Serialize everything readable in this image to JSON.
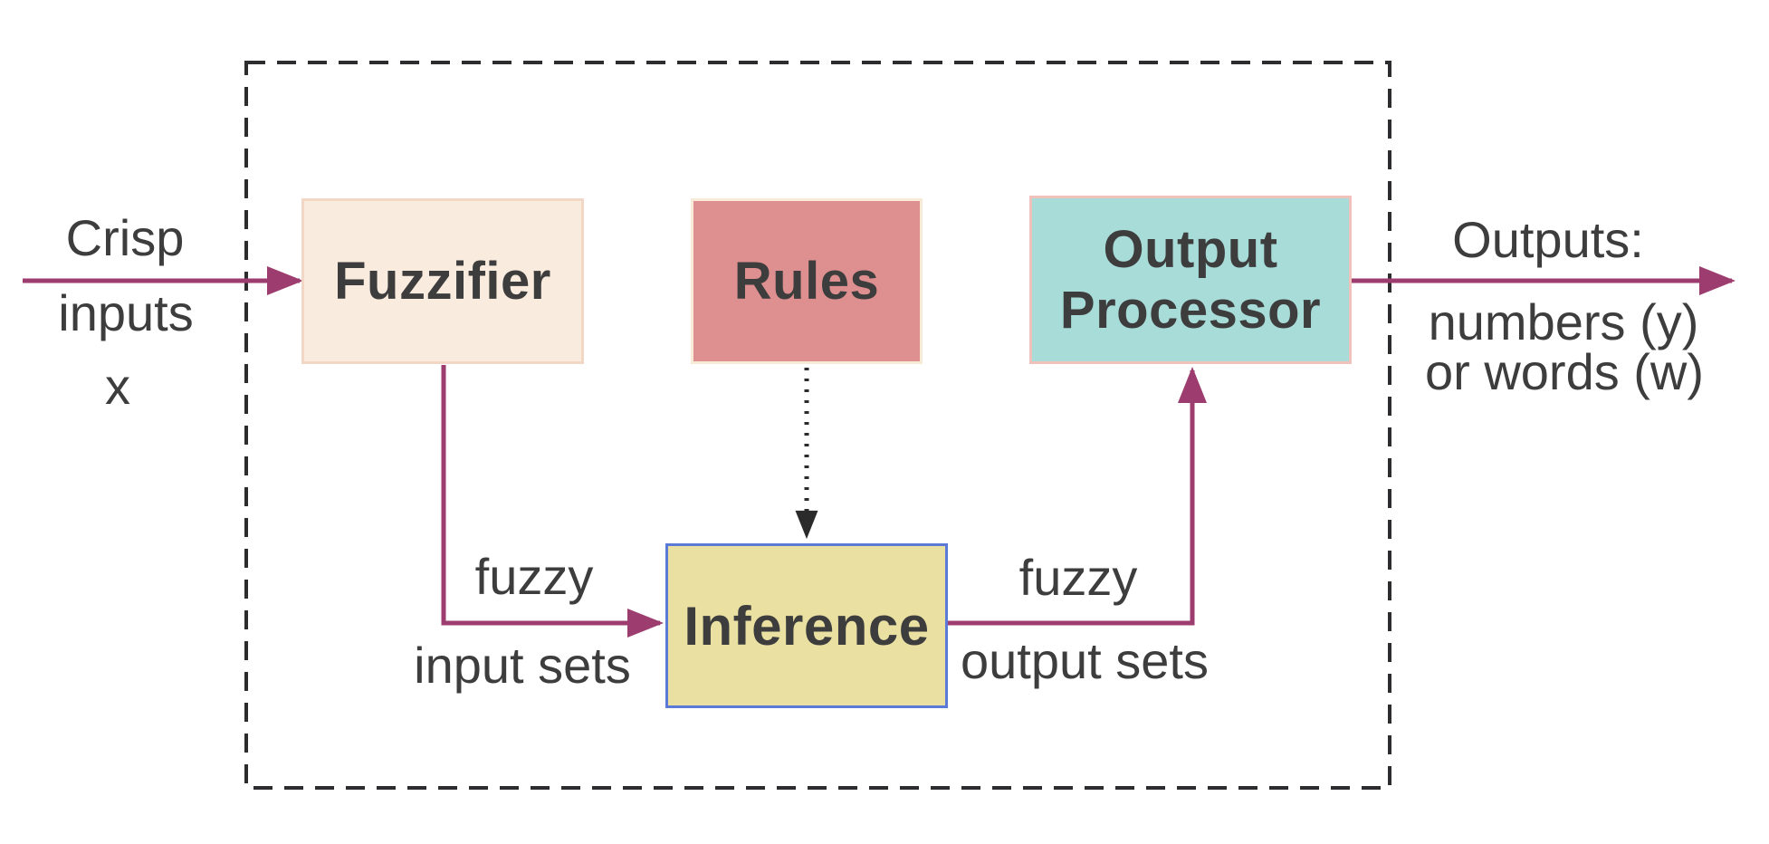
{
  "diagram": {
    "subject": "fuzzy-logic-system-flow",
    "boxes": {
      "fuzzifier": {
        "label": "Fuzzifier",
        "fill": "#f9ebdd",
        "border": "#f2d7c7"
      },
      "rules": {
        "label": "Rules",
        "fill": "#de8f8f",
        "border": "#f7ead6"
      },
      "output_processor": {
        "label": "Output Processor",
        "fill": "#a7dcd8",
        "border": "#f1c2bb"
      },
      "inference": {
        "label": "Inference",
        "fill": "#e9e0a2",
        "border": "#5b79d6"
      }
    },
    "labels": {
      "input_line1": "Crisp",
      "input_line2": "inputs",
      "input_line3": "x",
      "output_line1": "Outputs:",
      "output_line2": "numbers (y)",
      "output_line3": "or words (w)",
      "fuzzy_input_line1": "fuzzy",
      "fuzzy_input_line2": "input sets",
      "fuzzy_output_line1": "fuzzy",
      "fuzzy_output_line2": "output sets"
    },
    "edges": [
      {
        "from": "crisp-inputs",
        "to": "fuzzifier",
        "style": "solid-plum"
      },
      {
        "from": "fuzzifier",
        "to": "inference",
        "style": "solid-plum",
        "label": "fuzzy input sets"
      },
      {
        "from": "rules",
        "to": "inference",
        "style": "dotted-black"
      },
      {
        "from": "inference",
        "to": "output_processor",
        "style": "solid-plum",
        "label": "fuzzy output sets"
      },
      {
        "from": "output_processor",
        "to": "outputs",
        "style": "solid-plum"
      }
    ],
    "colors": {
      "arrow": "#9d3c6e",
      "dashed_boundary": "#2d2d30",
      "dotted_arrow": "#2b2b2b",
      "text": "#3d3d3d",
      "background": "#ffffff"
    }
  }
}
